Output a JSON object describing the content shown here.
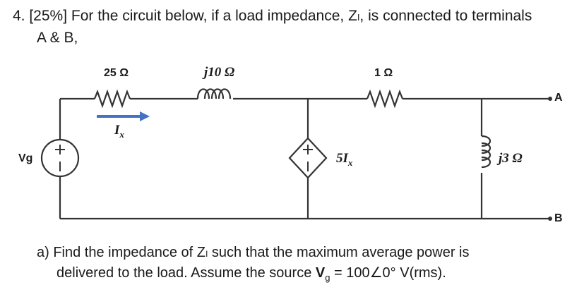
{
  "problem": {
    "line1": "4.  [25%]  For the circuit below, if a load impedance, Zₗ, is connected to terminals",
    "line2": "A & B,"
  },
  "circuit": {
    "r1_label": "25 Ω",
    "l1_label": "j10 Ω",
    "r2_label": "1 Ω",
    "l2_label": "j3 Ω",
    "current_label": "I",
    "current_sub": "x",
    "dep_source_label": "5I",
    "dep_source_sub": "x",
    "source_label": "Vg",
    "terminal_a": "A",
    "terminal_b": "B",
    "plus": "+",
    "minus": "−"
  },
  "part_a": {
    "line1": "a)  Find the impedance of Zₗ such that the maximum average power is",
    "line2_pre": "delivered to the load.  Assume the source ",
    "line2_bold": "V",
    "line2_sub": "g",
    "line2_post": " = 100∠0° V(rms)."
  },
  "colors": {
    "wire": "#333333",
    "arrow": "#4472c4"
  }
}
